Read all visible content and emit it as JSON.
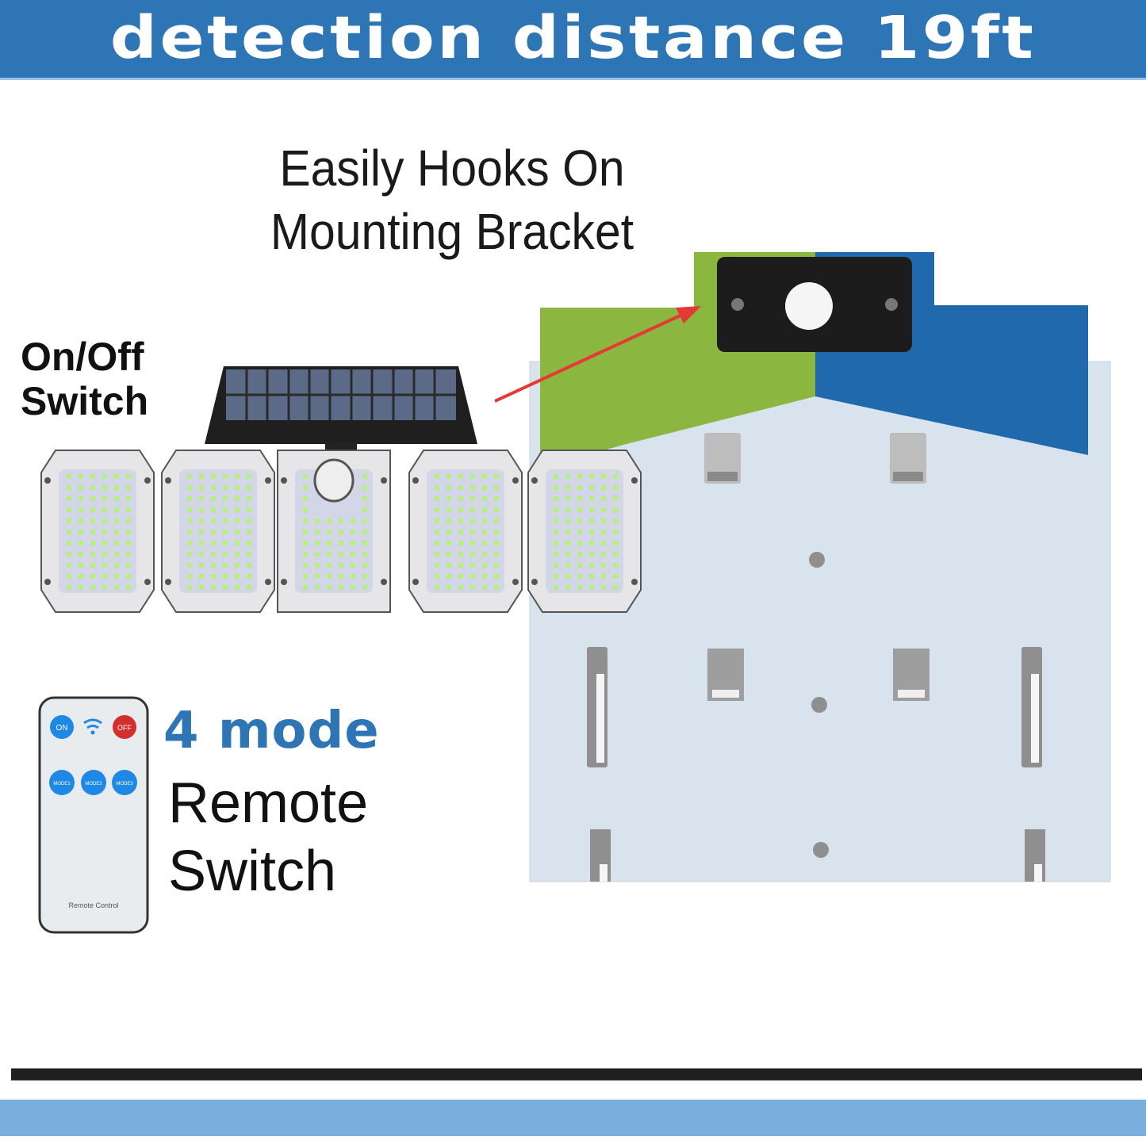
{
  "banner": {
    "title": "detection distance 19ft",
    "bg_color": "#2e75b6"
  },
  "headline": {
    "line1": "Easily Hooks On",
    "line2": "Mounting Bracket"
  },
  "switch_callout": {
    "line1": "On/Off",
    "line2": "Switch"
  },
  "remote_callout": {
    "mode": "4 mode",
    "line1": "Remote",
    "line2": "Switch",
    "mode_color": "#2e75b6"
  },
  "remote": {
    "buttons": [
      {
        "label": "ON",
        "color": "#1e88e5"
      },
      {
        "label": "OFF",
        "color": "#d32f2f"
      },
      {
        "label": "MODE1",
        "color": "#1e88e5"
      },
      {
        "label": "MODE2",
        "color": "#1e88e5"
      },
      {
        "label": "MODE3",
        "color": "#1e88e5"
      }
    ],
    "signal_icon": "wifi-icon",
    "caption": "Remote Control"
  },
  "product": {
    "panels": 5,
    "solar_panel": "solar-panel",
    "sensor": "motion-sensor"
  },
  "bracket": {
    "colors": {
      "left": "#8bb63f",
      "right": "#2169ad",
      "plate": "#d6e2ed"
    }
  },
  "arrow_color": "#e53935"
}
